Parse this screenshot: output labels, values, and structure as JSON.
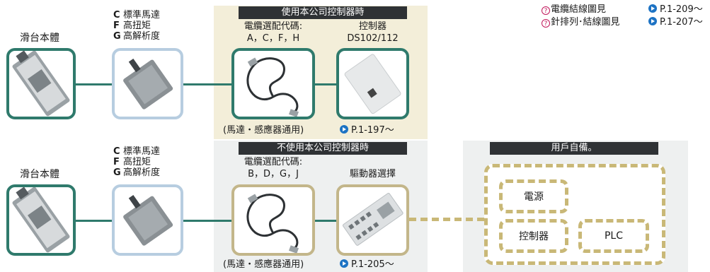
{
  "refs": [
    {
      "label": "電纜結線圖見",
      "page": "P.1-209～"
    },
    {
      "label": "針排列･結線圖見",
      "page": "P.1-207～"
    }
  ],
  "top_row": {
    "slide_label": "滑台本體",
    "motor_options": [
      {
        "code": "C",
        "text": "標準馬達"
      },
      {
        "code": "F",
        "text": "高扭矩"
      },
      {
        "code": "G",
        "text": "高解析度"
      }
    ],
    "panel_header": "使用本公司控制器時",
    "cable_title": "電纜選配代碼:",
    "cable_codes": "A，C，F，H",
    "controller_title": "控制器",
    "controller_model": "DS102/112",
    "cable_note": "(馬達・感應器通用)",
    "page_ref": "P.1-197～"
  },
  "bottom_row": {
    "slide_label": "滑台本體",
    "motor_options": [
      {
        "code": "C",
        "text": "標準馬達"
      },
      {
        "code": "F",
        "text": "高扭矩"
      },
      {
        "code": "G",
        "text": "高解析度"
      }
    ],
    "panel_header": "不使用本公司控制器時",
    "cable_title": "電纜選配代碼:",
    "cable_codes": "B，D，G，J",
    "driver_title": "驅動器選擇",
    "cable_note": "(馬達・感應器通用)",
    "page_ref": "P.1-205～",
    "user_header": "用戶自備。",
    "user_items": {
      "power": "電源",
      "controller": "控制器",
      "plc": "PLC"
    }
  }
}
